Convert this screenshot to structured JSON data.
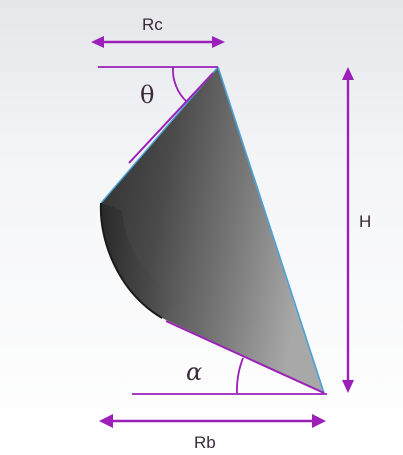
{
  "diagram": {
    "labels": {
      "rc": "Rc",
      "theta": "θ",
      "h": "H",
      "alpha": "α",
      "rb": "Rb"
    },
    "colors": {
      "dimension_line": "#9b1fb8",
      "edge_highlight": "#4aa3d8",
      "body_dark": "#3a3a3a",
      "body_light": "#9a9a9a",
      "background_top": "#e6e8ec",
      "label_text": "#3a2a3a"
    }
  }
}
